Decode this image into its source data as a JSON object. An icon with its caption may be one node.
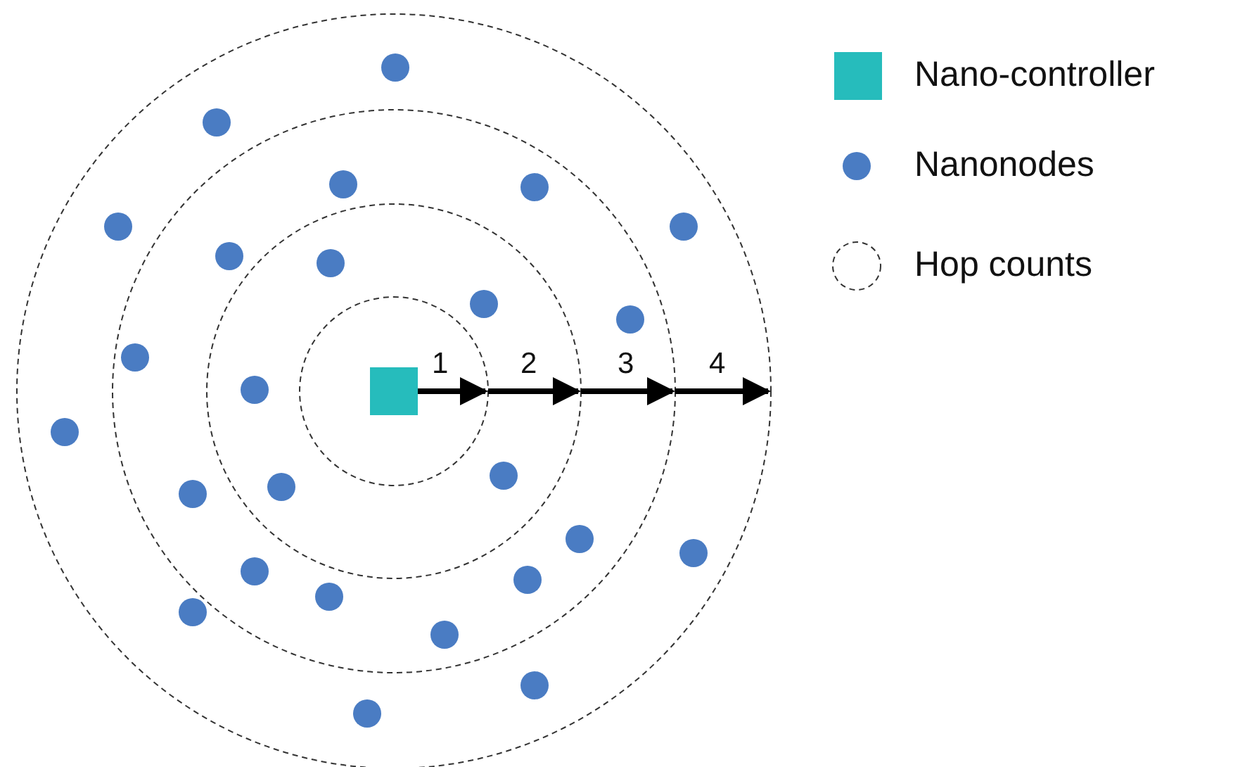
{
  "diagram": {
    "labels": [
      "1",
      "2",
      "3",
      "4"
    ],
    "legend": [
      {
        "text": "Nano-controller",
        "color": "#26bcbc"
      },
      {
        "text": "Nanonodes",
        "color": "#4a7cc3"
      },
      {
        "text": "Hop counts"
      }
    ]
  }
}
